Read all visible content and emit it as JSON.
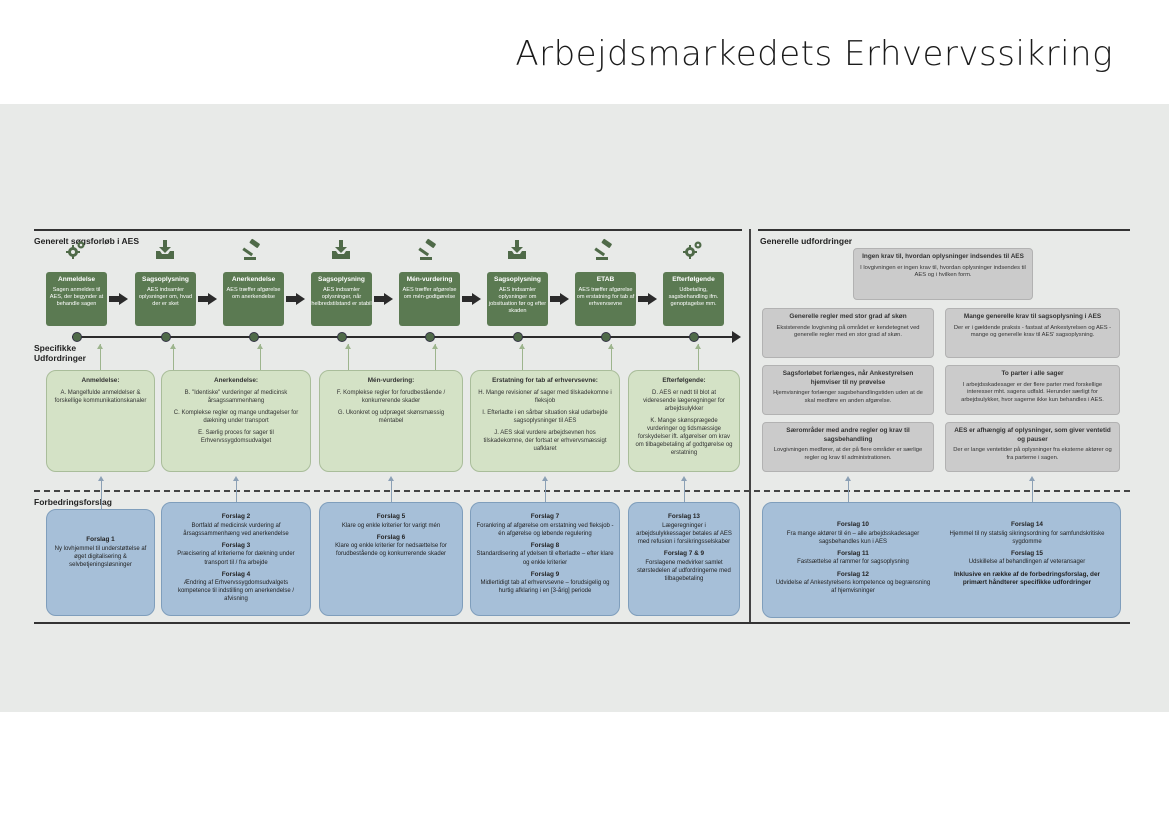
{
  "title": "Arbejdsmarkedets Erhvervssikring",
  "sections": {
    "generelt": "Generelt søgsforløb i AES",
    "specifikke": "Specifikke\nUdfordringer",
    "forbedring": "Forbedringsforslag",
    "generelle": "Generelle udfordringer"
  },
  "steps": [
    {
      "title": "Anmeldelse",
      "text": "Sagen anmeldes til AES, der begynder at behandle sagen",
      "icon": "gear-icon"
    },
    {
      "title": "Sagsoplysning",
      "text": "AES indsamler oplysninger om, hvad der er sket",
      "icon": "inbox-download-icon"
    },
    {
      "title": "Anerkendelse",
      "text": "AES træffer afgørelse om anerkendelse",
      "icon": "gavel-icon"
    },
    {
      "title": "Sagsoplysning",
      "text": "AES indsamler oplysninger, når helbredstilstand er stabil",
      "icon": "inbox-download-icon"
    },
    {
      "title": "Mén-vurdering",
      "text": "AES træffer afgørelse om mén-godtgørelse",
      "icon": "gavel-icon"
    },
    {
      "title": "Sagsoplysning",
      "text": "AES indsamler oplysninger om jobsituation før og efter skaden",
      "icon": "inbox-download-icon"
    },
    {
      "title": "ETAB",
      "text": "AES træffer afgørelse om erstatning for tab af erhvervsevne",
      "icon": "gavel-icon"
    },
    {
      "title": "Efterfølgende",
      "text": "Udbetaling, sagsbehandling ifm. genoptagelse mm.",
      "icon": "gear-icon"
    }
  ],
  "specific": [
    {
      "title": "Anmeldelse:",
      "items": [
        "A. Mangelfulde anmeldelser & forskellige kommunikationskanaler"
      ]
    },
    {
      "title": "Anerkendelse:",
      "items": [
        "B. \"Identiske\" vurderinger af medicinsk årsagssammenhæng",
        "C. Komplekse regler og mange undtagelser for dækning under transport",
        "E. Særlig proces for sager til Erhvervssygdomsudvalget"
      ]
    },
    {
      "title": "Mén-vurdering:",
      "items": [
        "F. Komplekse regler for forudbestående / konkurrerende skader",
        "G. Ukonkret og udpræget skønsmæssig méntabel"
      ]
    },
    {
      "title": "Erstatning for tab af erhvervsevne:",
      "items": [
        "H. Mange revisioner af sager med tilskadekomne i fleksjob",
        "I. Efterladte i en sårbar situation skal udarbejde sagsoplysninger til AES",
        "J. AES skal vurdere arbejdsevnen hos tilskadekomne, der fortsat er erhvervsmæssigt uafklaret"
      ]
    },
    {
      "title": "Efterfølgende:",
      "items": [
        "D. AES er nødt til blot at videresende lægeregninger for arbejdsulykker",
        "K. Mange skønsprægede vurderinger og tidsmæssige forskydelser ift. afgørelser om krav om tilbagebetaling af godtgørelse og erstatning"
      ]
    }
  ],
  "proposals": [
    {
      "items": [
        {
          "h": "Forslag 1",
          "t": "Ny lovhjemmel til understøttelse af øget digitalisering & selvbetjeningsløsninger"
        }
      ]
    },
    {
      "items": [
        {
          "h": "Forslag 2",
          "t": "Bortfald af medicinsk vurdering af årsagssammenhæng ved anerkendelse"
        },
        {
          "h": "Forslag 3",
          "t": "Præcisering af kriterierne for dækning under transport til / fra arbejde"
        },
        {
          "h": "Forslag 4",
          "t": "Ændring af Erhvervssygdomsudvalgets kompetence til indstilling om anerkendelse / afvisning"
        }
      ]
    },
    {
      "items": [
        {
          "h": "Forslag 5",
          "t": "Klare og enkle kriterier for varigt mén"
        },
        {
          "h": "Forslag 6",
          "t": "Klare og enkle kriterier for nedsættelse for forudbestående og konkurrerende skader"
        }
      ]
    },
    {
      "items": [
        {
          "h": "Forslag 7",
          "t": "Forankring af afgørelse om erstatning ved fleksjob - én afgørelse og løbende regulering"
        },
        {
          "h": "Forslag 8",
          "t": "Standardisering af ydelsen til efterladte – efter klare og enkle kriterier"
        },
        {
          "h": "Forslag 9",
          "t": "Midlertidigt tab af erhvervsevne – forudsigelig og hurtig afklaring i en [3-årig] periode"
        }
      ]
    },
    {
      "items": [
        {
          "h": "Forslag 13",
          "t": "Lægeregninger i arbejdsulykkessager betales af AES med refusion i forsikringsselskaber"
        },
        {
          "h": "Forslag 7 & 9",
          "t": "Forslagene medvirker samlet størstedelen af udfordringerne med tilbagebetaling"
        }
      ]
    }
  ],
  "general": [
    {
      "title": "Ingen krav til, hvordan oplysninger indsendes til AES",
      "text": "I lovgivningen er ingen krav til, hvordan oplysninger indsendes til AES og i hvilken form."
    },
    {
      "title": "Generelle regler med stor grad af skøn",
      "text": "Eksisterende lovgivning på området er kendetegnet ved generelle regler med en stor grad af skøn."
    },
    {
      "title": "Mange generelle krav til sagsoplysning i AES",
      "text": "Der er i gældende praksis - fastsat af Ankestyrelsen og AES - mange og generelle krav til AES' sagsoplysning."
    },
    {
      "title": "Sagsforløbet forlænges, når Ankestyrelsen hjemviser til ny prøvelse",
      "text": "Hjemvisninger forlænger sagsbehandlingstiden uden at de skal medføre en anden afgørelse."
    },
    {
      "title": "To parter i alle sager",
      "text": "I arbejdsskadesager er der flere parter med forskellige interesser mht. sagens udfald. Herunder særligt for arbejdsulykker, hvor sagerne ikke kun behandles i AES."
    },
    {
      "title": "Særområder med andre regler og krav til sagsbehandling",
      "text": "Lovgivningen medfører, at der på flere områder er særlige regler og krav til administrationen."
    },
    {
      "title": "AES er afhængig af oplysninger, som giver ventetid og pauser",
      "text": "Der er lange ventetider på oplysninger fra eksterne aktører og fra parterne i sagen."
    }
  ],
  "general_proposals": {
    "left": [
      {
        "h": "Forslag 10",
        "t": "Fra mange aktører til én – alle arbejdsskadesager sagsbehandles kun i AES"
      },
      {
        "h": "Forslag 11",
        "t": "Fastsættelse af rammer for sagsoplysning"
      },
      {
        "h": "Forslag 12",
        "t": "Udvidelse af Ankestyrelsens kompetence og begrænsning af hjemvisninger"
      }
    ],
    "right": [
      {
        "h": "Forslag 14",
        "t": "Hjemmel til ny statslig sikringsordning for samfundskritiske sygdomme"
      },
      {
        "h": "Forslag 15",
        "t": "Udskillelse af behandlingen af veteransager"
      }
    ],
    "note": "Inklusive en række af de forbedringsforslag, der primært håndterer specifikke udfordringer"
  },
  "colors": {
    "step": "#5b7a52",
    "specific": "#d4e2c6",
    "proposal": "#a6bfd8",
    "general": "#cbcbcb",
    "panel": "#e8eae8"
  }
}
